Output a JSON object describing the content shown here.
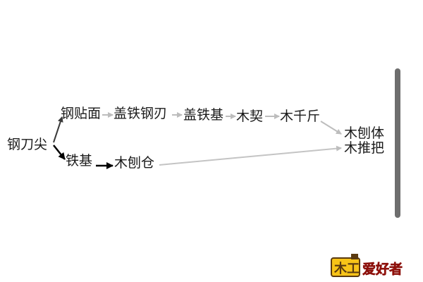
{
  "diagram": {
    "nodes": {
      "root": "钢刀尖",
      "upper_1": "钢贴面",
      "upper_2": "盖铁钢刃",
      "upper_3": "盖铁基",
      "upper_4": "木契",
      "upper_5": "木千斤",
      "lower_1": "铁基",
      "lower_2": "木刨仓",
      "result_1": "木刨体",
      "result_2": "木推把"
    }
  },
  "logo": {
    "text": "木工爱好者"
  },
  "colors": {
    "text": "#1a1a1a",
    "dark_arrow": "#3a3a3a",
    "bold_arrow": "#000000",
    "light_arrow": "#c0c0c0",
    "bar": "#6e6e6e",
    "logo_red": "#e8281e",
    "logo_yellow": "#f7c318"
  }
}
